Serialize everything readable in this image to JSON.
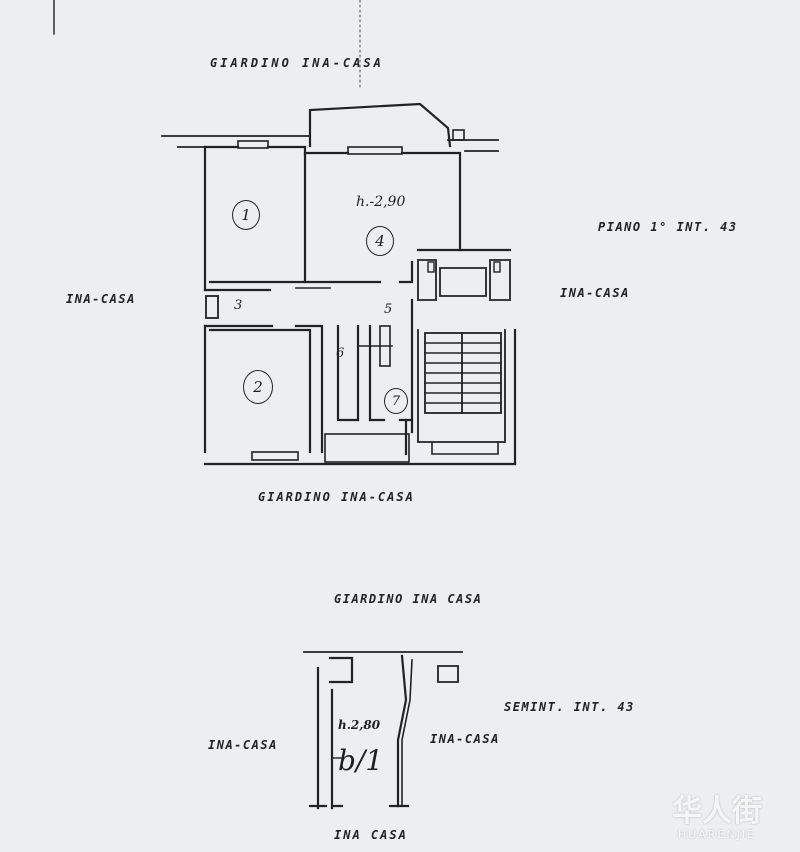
{
  "plan_main": {
    "top_label": "GIARDINO INA-CASA",
    "bottom_label": "GIARDINO INA-CASA",
    "left_label": "INA-CASA",
    "right_label": "INA-CASA",
    "floor_info": "PIANO 1° INT. 43",
    "height_note": "h.-2,90",
    "rooms": {
      "r1": "1",
      "r2": "2",
      "r3": "3",
      "r4": "4",
      "r5": "5",
      "r6": "6",
      "r7": "7"
    }
  },
  "plan_cellar": {
    "top_label": "GIARDINO INA CASA",
    "bottom_label": "INA CASA",
    "left_label": "INA-CASA",
    "right_label": "INA-CASA",
    "floor_info": "SEMINT. INT. 43",
    "height_note": "h.2,80",
    "unit_id": "b/1"
  },
  "watermark": {
    "cn": "华人街",
    "en": "HUARENJIE"
  }
}
